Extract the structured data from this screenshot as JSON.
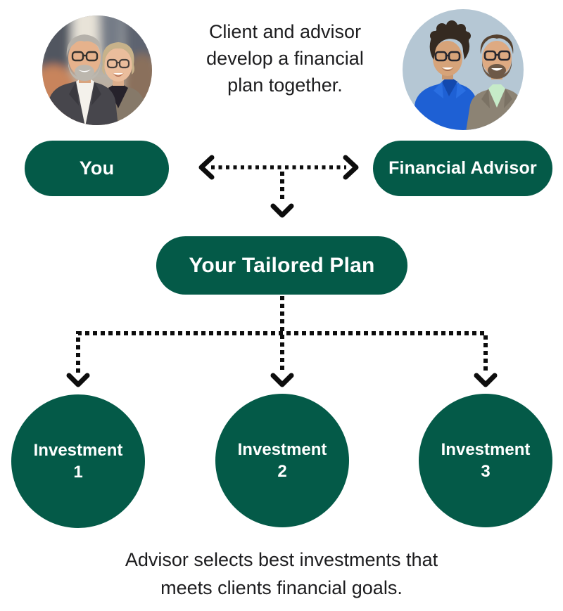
{
  "top_caption": {
    "lines": [
      "Client and advisor",
      "develop a financial",
      "plan together."
    ]
  },
  "nodes": {
    "you": {
      "label": "You"
    },
    "financial_advisor": {
      "label": "Financial Advisor"
    },
    "tailored_plan": {
      "label": "Your Tailored Plan"
    },
    "investments": [
      {
        "label": "Investment",
        "number": "1"
      },
      {
        "label": "Investment",
        "number": "2"
      },
      {
        "label": "Investment",
        "number": "3"
      }
    ]
  },
  "bottom_caption": {
    "lines": [
      "Advisor selects best investments that",
      "meets clients financial goals."
    ]
  },
  "avatars": {
    "left": "clients-couple-photo",
    "right": "advisor-team-photo"
  },
  "colors": {
    "node_green": "#045A48",
    "arrow_black": "#0D0D0D",
    "text_black": "#1D1D1F",
    "advisor_photo_background": "#B5C7D4"
  }
}
